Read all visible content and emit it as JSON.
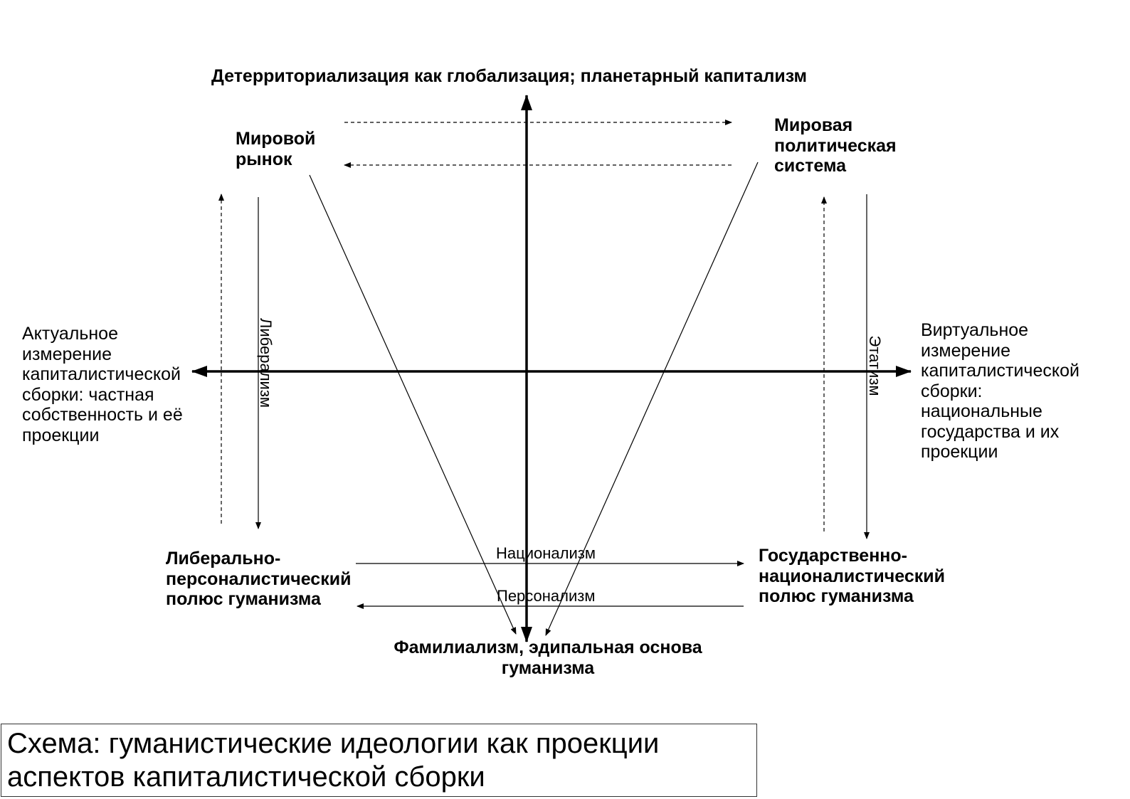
{
  "axes": {
    "top": "Детерриториализация как глобализация; планетарный капитализм",
    "bottom": "Фамилиализм, эдипальная основа\nгуманизма",
    "left": "Актуальное\nизмерение\nкапиталистической\nсборки: частная\nсобственность и её\nпроекции",
    "right": "Виртуальное\nизмерение\nкапиталистической\nсборки:\nнациональные\nгосударства и их\nпроекции"
  },
  "nodes": {
    "world_market": "Мировой\nрынок",
    "world_political_system": "Мировая\nполитическая\nсистема",
    "liberal_pole": "Либерально-\nперсоналистический\nполюс гуманизма",
    "state_pole": "Государственно-\nнационалистический\nполюс гуманизма"
  },
  "edge_labels": {
    "liberalism": "Либерализм",
    "etatism": "Этатизм",
    "nationalism": "Национализм",
    "personalism": "Персонализм"
  },
  "caption": "Схема: гуманистические идеологии как проекции\nаспектов капиталистической сборки"
}
